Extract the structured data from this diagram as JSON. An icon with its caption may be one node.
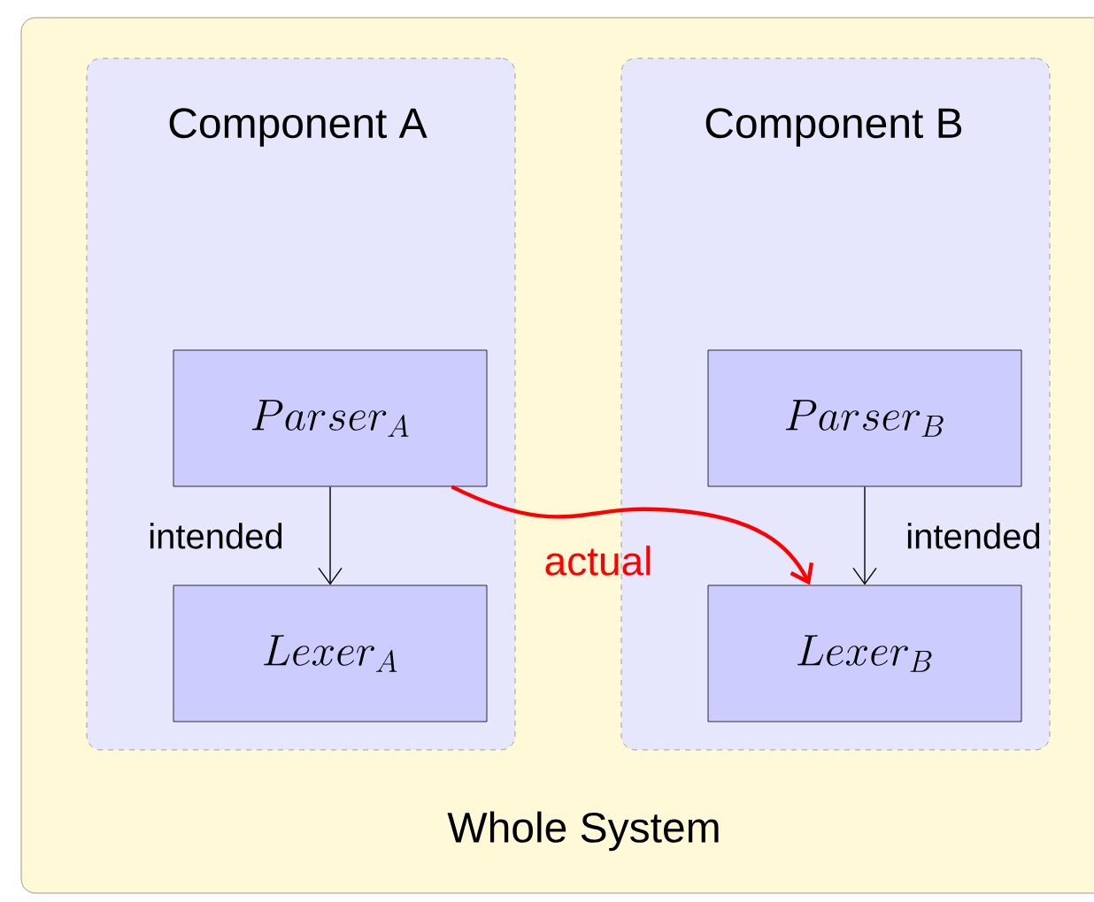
{
  "diagram": {
    "nodes": [
      {
        "text": [
          "Whole System"
        ]
      },
      {
        "text": [
          "Component A"
        ],
        "in": 0
      },
      {
        "text": [
          "Component B"
        ],
        "in": 0
      },
      {
        "text": [
          "Parser_A"
        ],
        "in": 1
      },
      {
        "text": [
          "Lexer_A"
        ],
        "in": 1
      },
      {
        "text": [
          "Parser_B"
        ],
        "in": 2
      },
      {
        "text": [
          "Lexer_B"
        ],
        "in": 2
      }
    ],
    "edges": [
      {
        "from": 3,
        "to": 4,
        "arrow": "to",
        "label": "intended"
      },
      {
        "from": 5,
        "to": 6,
        "arrow": "to",
        "label": "intended"
      },
      {
        "from": 3,
        "to": 6,
        "arrow": "to",
        "label": "actual",
        "style": "thick",
        "color": "#ff0000"
      }
    ]
  }
}
